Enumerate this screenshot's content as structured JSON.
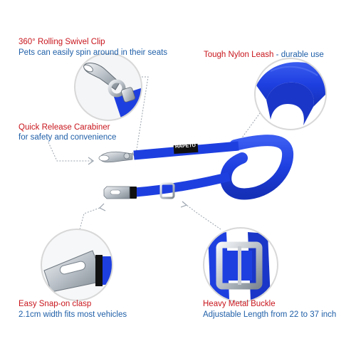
{
  "callouts": {
    "swivel": {
      "title": "360° Rolling Swivel Clip",
      "subtitle": "Pets can easily spin around in their seats"
    },
    "nylon": {
      "title": "Tough Nylon Leash",
      "separator": " - ",
      "subtitle": "durable use"
    },
    "carabiner": {
      "title": "Quick Release Carabiner",
      "subtitle": "for safety and convenience"
    },
    "snap": {
      "title": "Easy Snap-on clasp",
      "subtitle": "2.1cm width fits most vehicles"
    },
    "buckle": {
      "title": "Heavy Metal Buckle",
      "subtitle": "Adjustable Length from 22 to 37 inch"
    }
  },
  "brand_logo_text": "HAPETO",
  "colors": {
    "leash_blue": "#1e3fe0",
    "leash_dark": "#1228a8",
    "title_red": "#c8161d",
    "subtitle_blue": "#1f5fa8",
    "circle_border": "#d8d8d8",
    "leader_line": "#9aa3ad"
  }
}
